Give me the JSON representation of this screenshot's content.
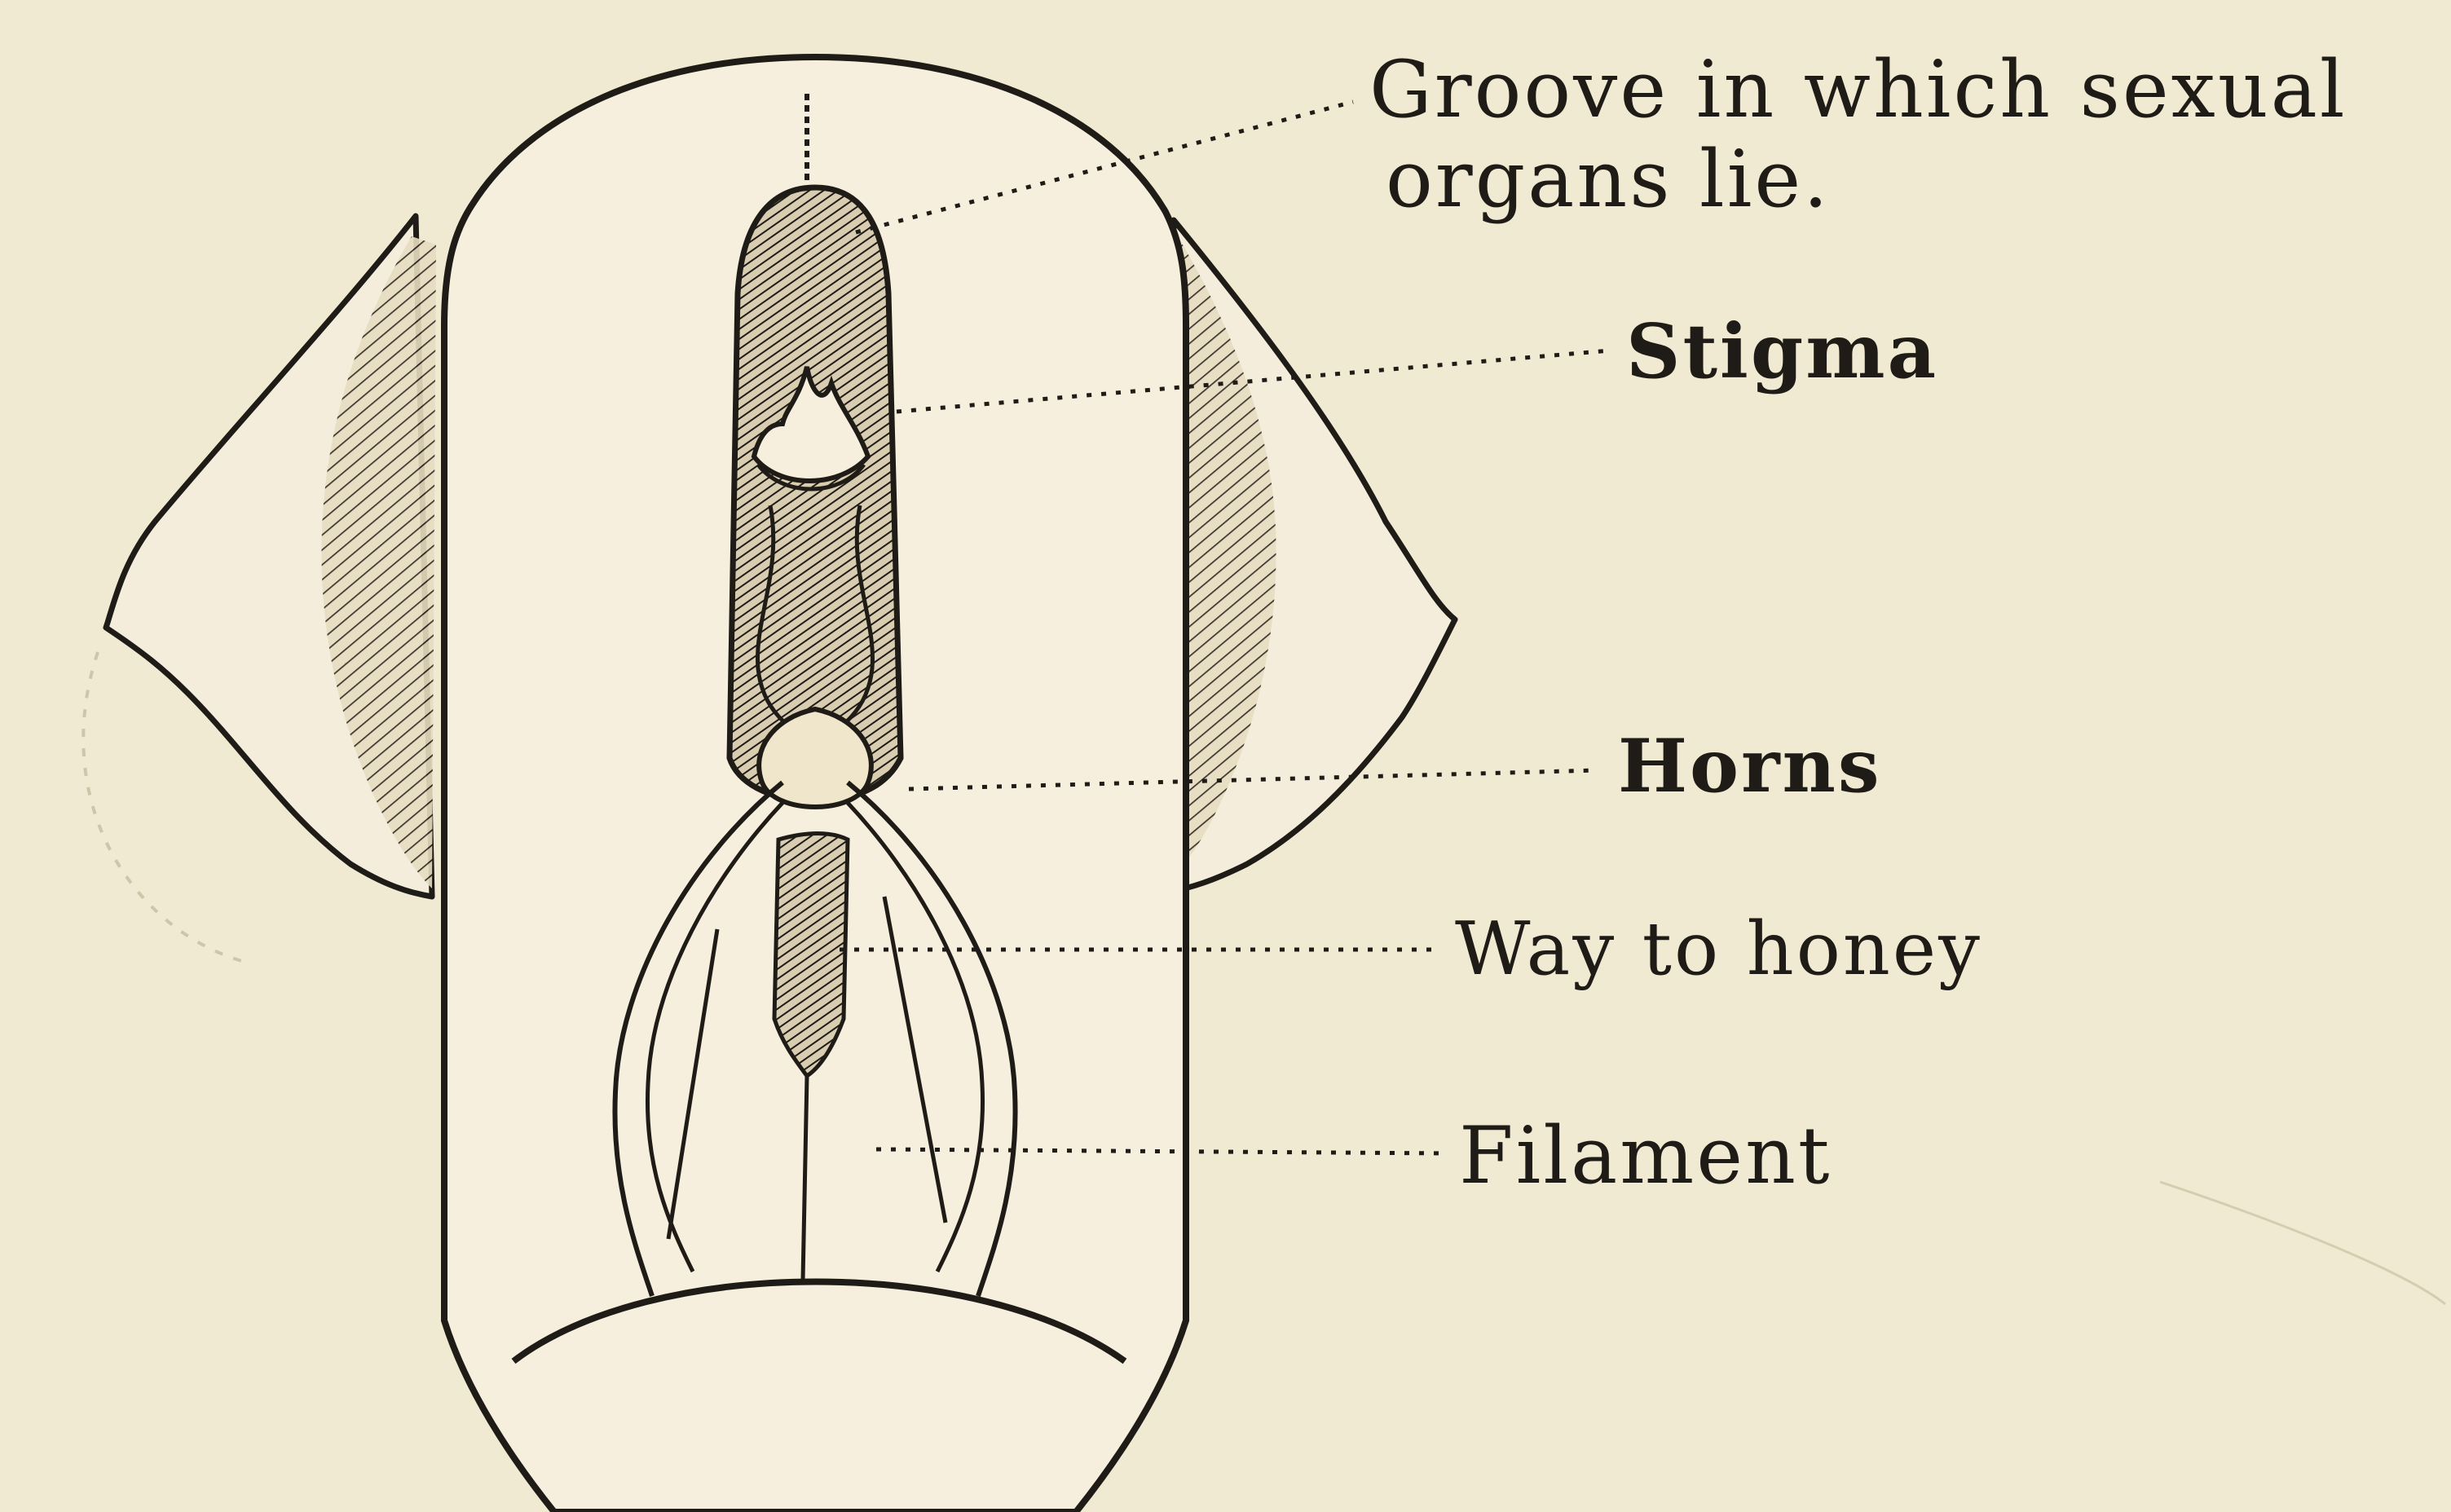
{
  "labels": {
    "groove_line1": "Groove in which sexual",
    "groove_line2": "organs lie.",
    "stigma": "Stigma",
    "horns": "Horns",
    "way_to_honey": "Way to honey",
    "filament": "Filament"
  },
  "colors": {
    "paper": "#f1ead2",
    "ink": "#1f1b16"
  }
}
